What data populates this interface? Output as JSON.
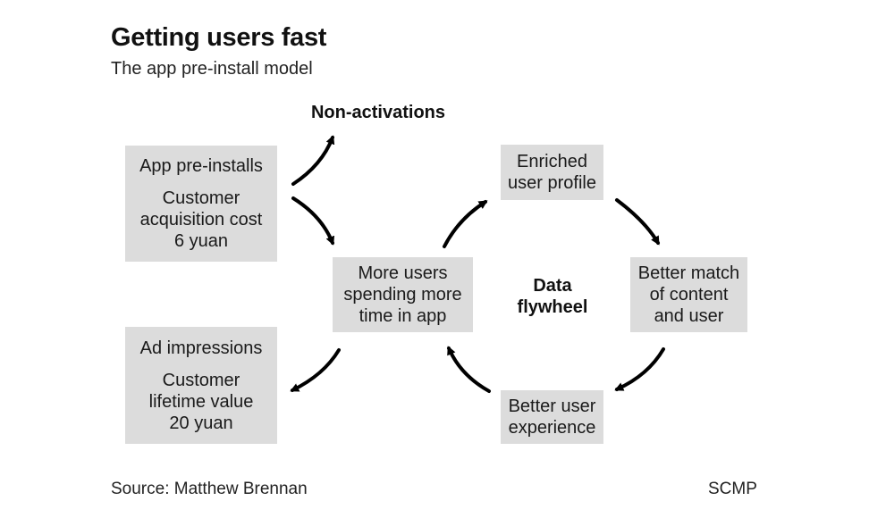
{
  "title": "Getting users fast",
  "subtitle": "The app pre-install model",
  "labels": {
    "non_activations": "Non-activations",
    "data_flywheel": "Data\nflywheel"
  },
  "boxes": {
    "pre_installs": {
      "heading": "App pre-installs",
      "detail": "Customer\nacquisition cost\n6 yuan"
    },
    "ad_impressions": {
      "heading": "Ad impressions",
      "detail": "Customer\nlifetime value\n20 yuan"
    },
    "more_users": {
      "text": "More users\nspending more\ntime in app"
    },
    "enriched_profile": {
      "text": "Enriched\nuser profile"
    },
    "better_match": {
      "text": "Better match\nof content\nand user"
    },
    "better_experience": {
      "text": "Better user\nexperience"
    }
  },
  "footer": {
    "source": "Source: Matthew Brennan",
    "credit": "SCMP"
  },
  "colors": {
    "box_fill": "#dcdcdc",
    "arrow": "#000000"
  }
}
